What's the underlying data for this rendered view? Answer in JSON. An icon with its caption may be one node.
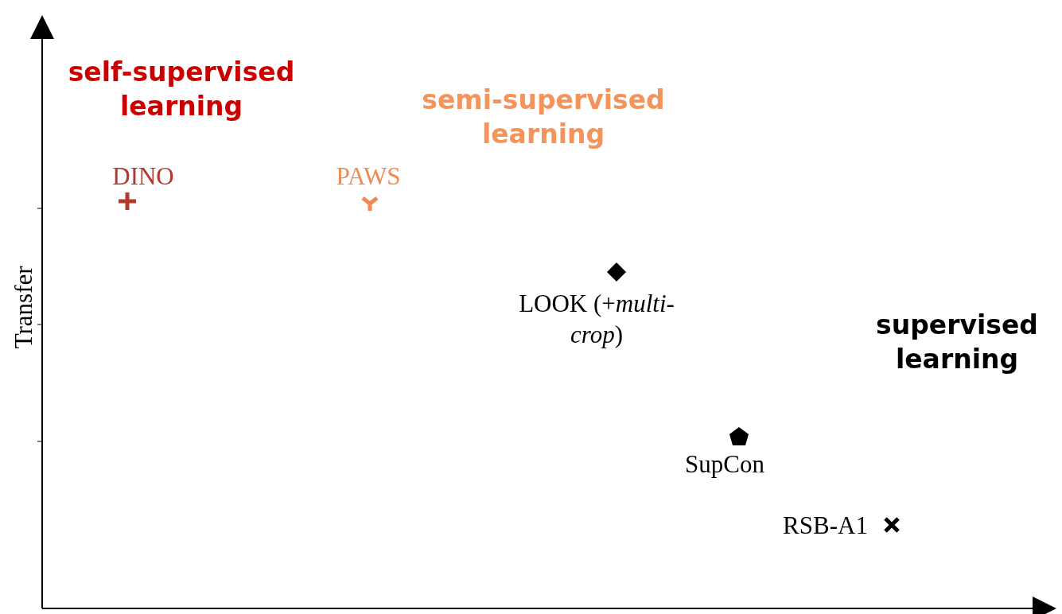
{
  "diagram": {
    "labels": [
      "self-supervised learning",
      "semi-supervised learning",
      "DINO",
      "PAWS",
      "LOOK (+*multi-crop*)",
      "supervised learning",
      "SupCon",
      "RSB-A1",
      "Transfer"
    ]
  }
}
